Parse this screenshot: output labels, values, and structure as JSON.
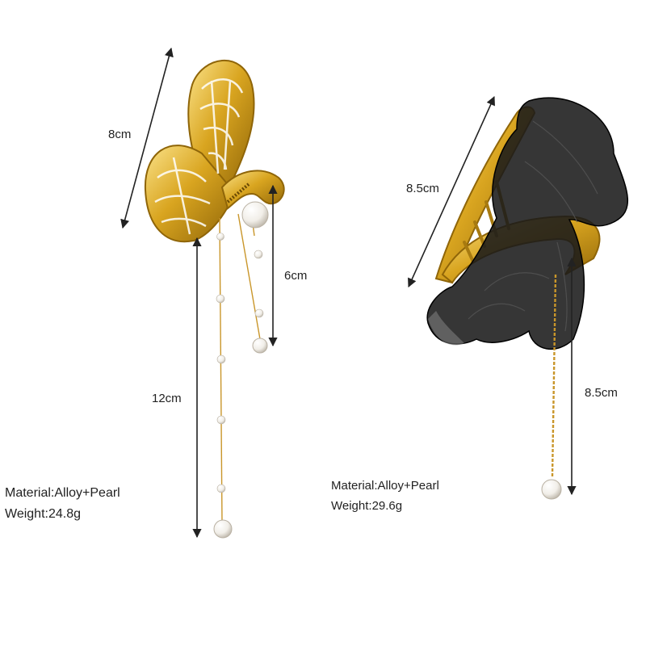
{
  "products": [
    {
      "name": "butterfly-claw-clip",
      "dimensions": {
        "diagonal": "8cm",
        "short_tassel": "6cm",
        "long_tassel": "12cm"
      },
      "material": "Material:Alloy+Pearl",
      "weight": "Weight:24.8g"
    },
    {
      "name": "organza-bow-claw-clip",
      "dimensions": {
        "diagonal": "8.5cm",
        "chain": "8.5cm"
      },
      "material": "Material:Alloy+Pearl",
      "weight": "Weight:29.6g"
    }
  ],
  "colors": {
    "gold": "#d9a520",
    "gold_dark": "#8f6508",
    "pearl": "#f4f2ee",
    "organza": "#1a1a1a",
    "arrow": "#222222"
  }
}
